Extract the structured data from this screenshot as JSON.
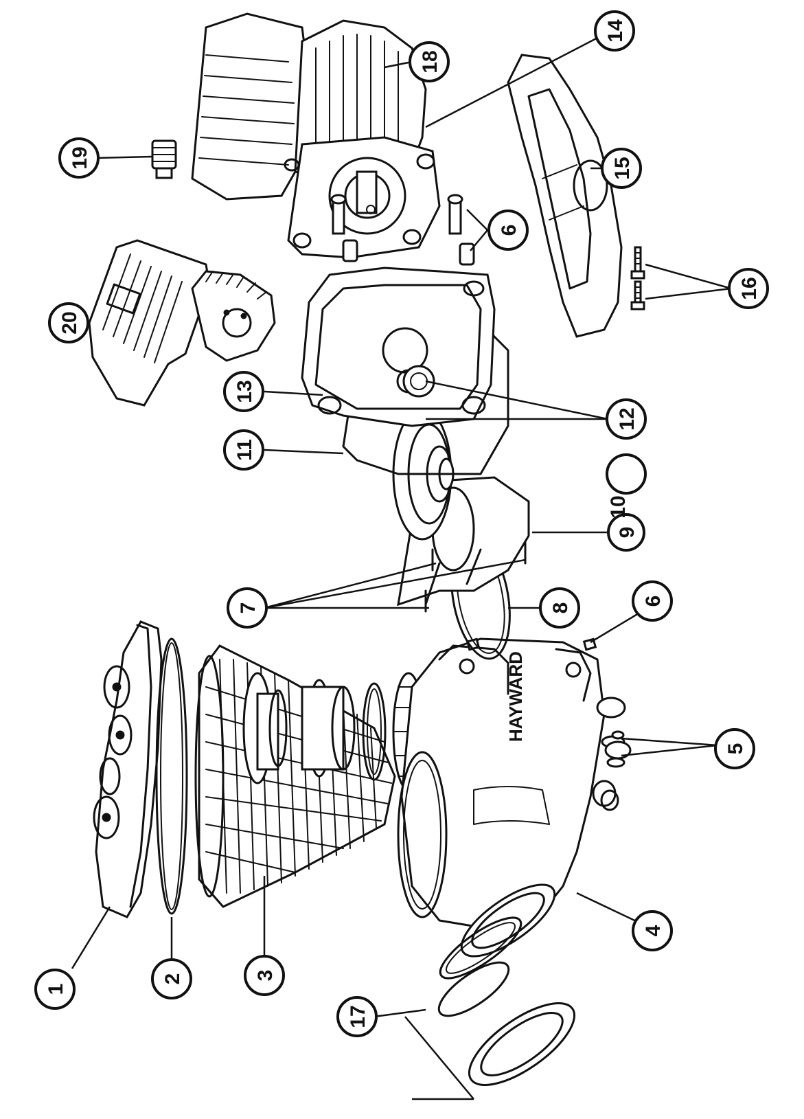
{
  "brand_text": "HAYWARD",
  "callouts": [
    {
      "id": "c1",
      "label": "1"
    },
    {
      "id": "c2",
      "label": "2"
    },
    {
      "id": "c3",
      "label": "3"
    },
    {
      "id": "c4",
      "label": "4"
    },
    {
      "id": "c5",
      "label": "5"
    },
    {
      "id": "c6a",
      "label": "6"
    },
    {
      "id": "c6b",
      "label": "6"
    },
    {
      "id": "c7",
      "label": "7"
    },
    {
      "id": "c8",
      "label": "8"
    },
    {
      "id": "c9",
      "label": "9"
    },
    {
      "id": "c10",
      "label": "10"
    },
    {
      "id": "c11",
      "label": "11"
    },
    {
      "id": "c12",
      "label": "12"
    },
    {
      "id": "c13",
      "label": "13"
    },
    {
      "id": "c14",
      "label": "14"
    },
    {
      "id": "c15",
      "label": "15"
    },
    {
      "id": "c16",
      "label": "16"
    },
    {
      "id": "c17",
      "label": "17"
    },
    {
      "id": "c18",
      "label": "18"
    },
    {
      "id": "c19",
      "label": "19"
    },
    {
      "id": "c20",
      "label": "20"
    }
  ]
}
